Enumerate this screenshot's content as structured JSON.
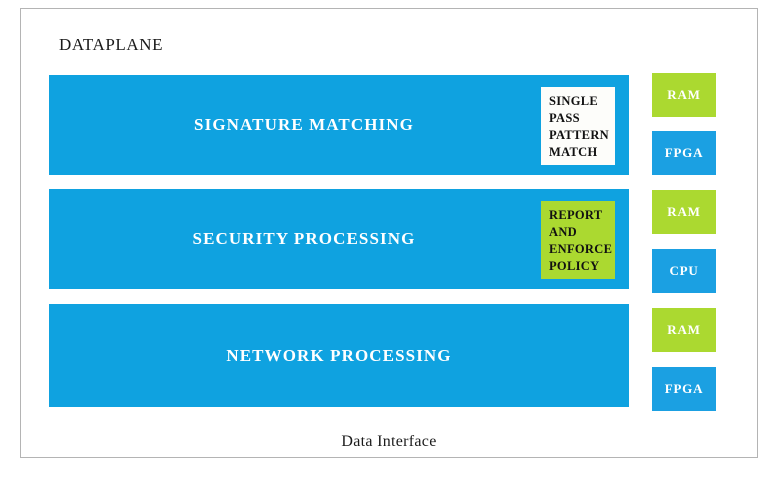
{
  "diagram": {
    "title": "DATAPLANE",
    "footer_label": "Data Interface",
    "colors": {
      "layer_blue": "#0fa2e0",
      "hw_blue": "#1ba0e2",
      "accent_green": "#abd930",
      "note_white": "#fdfdfa",
      "frame_border": "#b4b4b4",
      "text_dark": "#1b1b1b",
      "text_light": "#ffffff"
    },
    "layers": [
      {
        "label": "SIGNATURE MATCHING",
        "note": {
          "style": "white",
          "lines": [
            "SINGLE",
            "PASS",
            "PATTERN",
            "MATCH"
          ]
        }
      },
      {
        "label": "SECURITY PROCESSING",
        "note": {
          "style": "green",
          "lines": [
            "REPORT",
            "AND",
            "ENFORCE",
            "POLICY"
          ]
        }
      },
      {
        "label": "NETWORK PROCESSING",
        "note": null
      }
    ],
    "hardware": [
      {
        "label": "RAM",
        "style": "green"
      },
      {
        "label": "FPGA",
        "style": "blue"
      },
      {
        "label": "RAM",
        "style": "green"
      },
      {
        "label": "CPU",
        "style": "blue"
      },
      {
        "label": "RAM",
        "style": "green"
      },
      {
        "label": "FPGA",
        "style": "blue"
      }
    ]
  }
}
